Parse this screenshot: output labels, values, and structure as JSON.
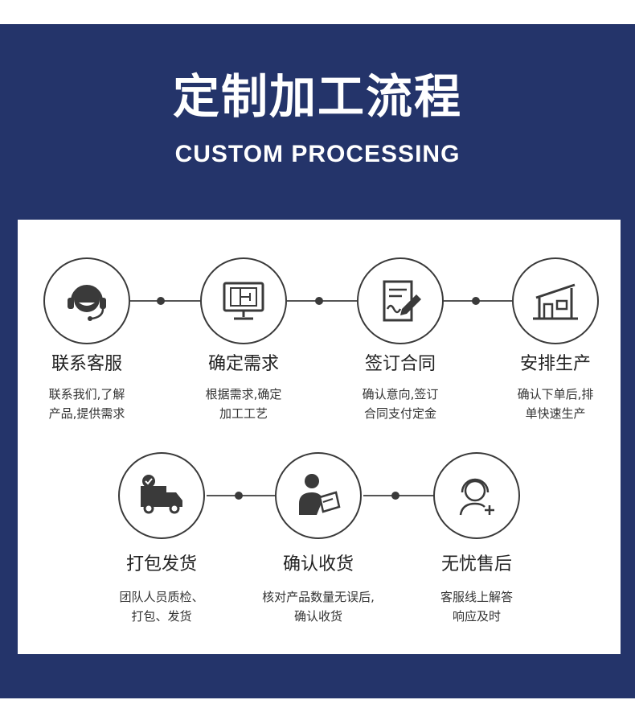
{
  "header": {
    "title": "定制加工流程",
    "subtitle": "CUSTOM PROCESSING"
  },
  "colors": {
    "background": "#24346a",
    "panel": "#ffffff",
    "icon": "#3a3a3a"
  },
  "steps": [
    {
      "icon": "headset-support-icon",
      "title": "联系客服",
      "desc_line1": "联系我们,了解",
      "desc_line2": "产品,提供需求"
    },
    {
      "icon": "floorplan-monitor-icon",
      "title": "确定需求",
      "desc_line1": "根据需求,确定",
      "desc_line2": "加工工艺"
    },
    {
      "icon": "contract-sign-icon",
      "title": "签订合同",
      "desc_line1": "确认意向,签订",
      "desc_line2": "合同支付定金"
    },
    {
      "icon": "factory-house-icon",
      "title": "安排生产",
      "desc_line1": "确认下单后,排",
      "desc_line2": "单快速生产"
    },
    {
      "icon": "delivery-truck-icon",
      "title": "打包发货",
      "desc_line1": "团队人员质检、",
      "desc_line2": "打包、发货"
    },
    {
      "icon": "person-checklist-icon",
      "title": "确认收货",
      "desc_line1": "核对产品数量无误后,",
      "desc_line2": "确认收货"
    },
    {
      "icon": "aftersales-service-icon",
      "title": "无忧售后",
      "desc_line1": "客服线上解答",
      "desc_line2": "响应及时"
    }
  ]
}
